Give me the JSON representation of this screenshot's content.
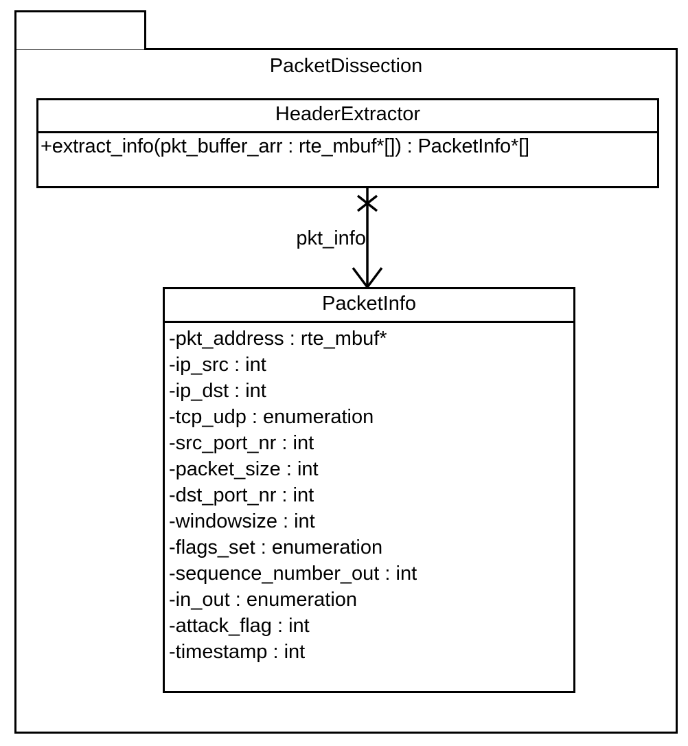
{
  "diagram": {
    "type": "uml-class-diagram",
    "package": {
      "name": "PacketDissection"
    },
    "classes": [
      {
        "id": "header-extractor",
        "name": "HeaderExtractor",
        "attributes": [],
        "operations": [
          "+extract_info(pkt_buffer_arr : rte_mbuf*[]) : PacketInfo*[]"
        ]
      },
      {
        "id": "packet-info",
        "name": "PacketInfo",
        "attributes": [
          "-pkt_address : rte_mbuf*",
          "-ip_src : int",
          "-ip_dst : int",
          "-tcp_udp : enumeration",
          "-src_port_nr : int",
          "-packet_size : int",
          "-dst_port_nr : int",
          "-windowsize : int",
          "-flags_set : enumeration",
          "-sequence_number_out : int",
          "-in_out : enumeration",
          "-attack_flag : int",
          "-timestamp : int"
        ],
        "operations": []
      }
    ],
    "relationships": [
      {
        "id": "pkt-info-association",
        "from": "HeaderExtractor",
        "to": "PacketInfo",
        "label": "pkt_info",
        "source_marker": "cross",
        "target_marker": "open-arrow"
      }
    ],
    "colors": {
      "stroke": "#000000",
      "fill": "#ffffff",
      "text": "#000000"
    }
  }
}
